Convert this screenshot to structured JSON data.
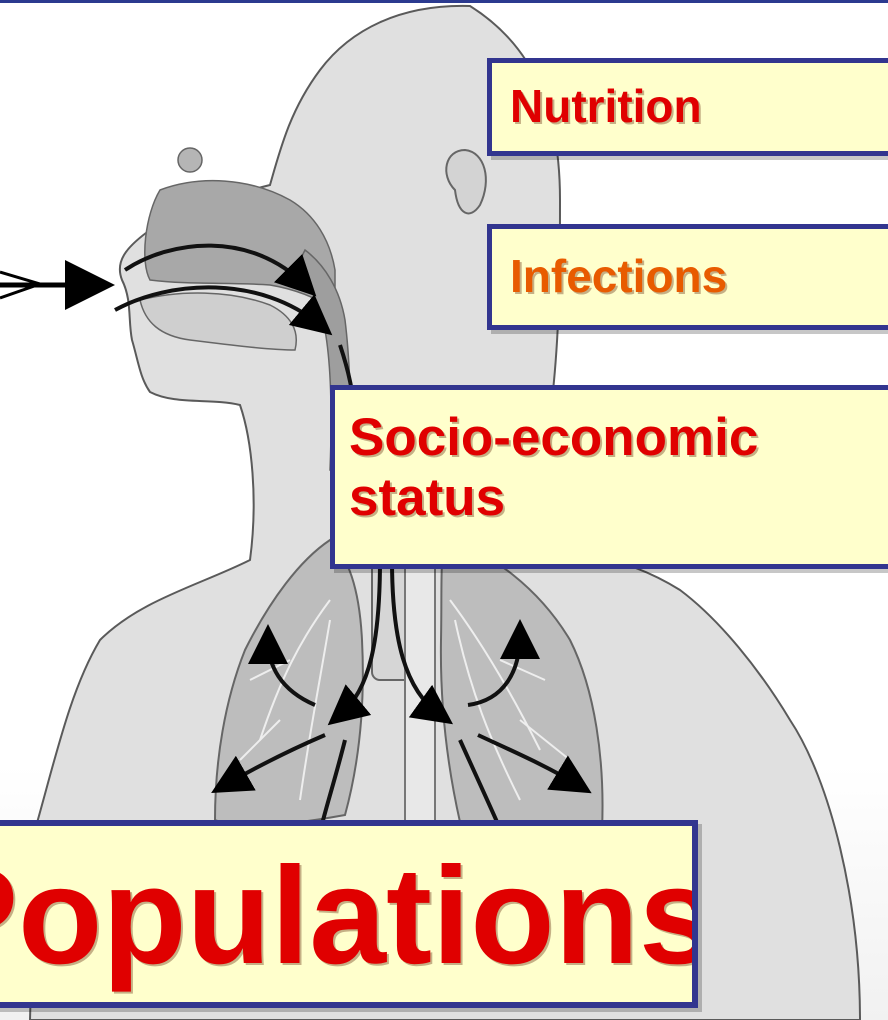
{
  "labels": {
    "nutrition": "Nutrition",
    "infections": "Infections",
    "ses_line1": "Socio-economic",
    "ses_line2": "status",
    "populations": "Populations"
  },
  "colors": {
    "box_fill": "#ffffcc",
    "box_border": "#32358f",
    "text_red": "#e00000",
    "text_orange": "#e85b00",
    "body_fill": "#e0e0e0",
    "airway_fill": "#a6a6a6",
    "outline": "#555555",
    "arrow": "#000000"
  },
  "icons": [
    "airflow-arrow-icon",
    "lung-arrow-icon"
  ]
}
